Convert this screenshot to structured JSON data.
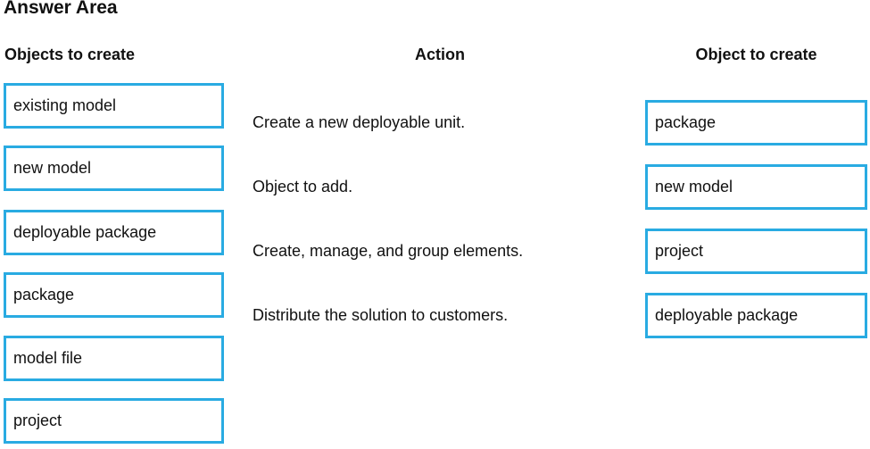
{
  "title": "Answer Area",
  "left_column": {
    "header": "Objects to create",
    "items": [
      "existing model",
      "new model",
      "deployable package",
      "package",
      "model file",
      "project"
    ]
  },
  "middle_column": {
    "header": "Action",
    "items": [
      "Create a new deployable unit.",
      "Object to add.",
      "Create, manage, and group elements.",
      "Distribute the solution to customers."
    ]
  },
  "right_column": {
    "header": "Object to create",
    "items": [
      "package",
      "new model",
      "project",
      "deployable package"
    ]
  },
  "colors": {
    "box_border": "#29ABE2",
    "text": "#111111",
    "background": "#ffffff"
  }
}
